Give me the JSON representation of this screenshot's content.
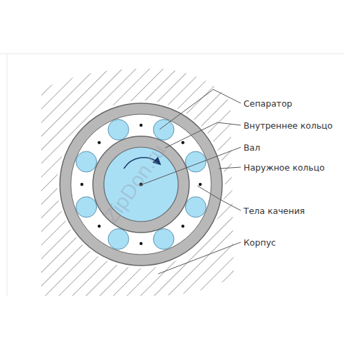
{
  "diagram": {
    "labels": [
      "Сепаратор",
      "Внутреннее кольцо",
      "Вал",
      "Наружное кольцо",
      "Тела качения",
      "Корпус",
      "ZipDon.ru"
    ]
  }
}
